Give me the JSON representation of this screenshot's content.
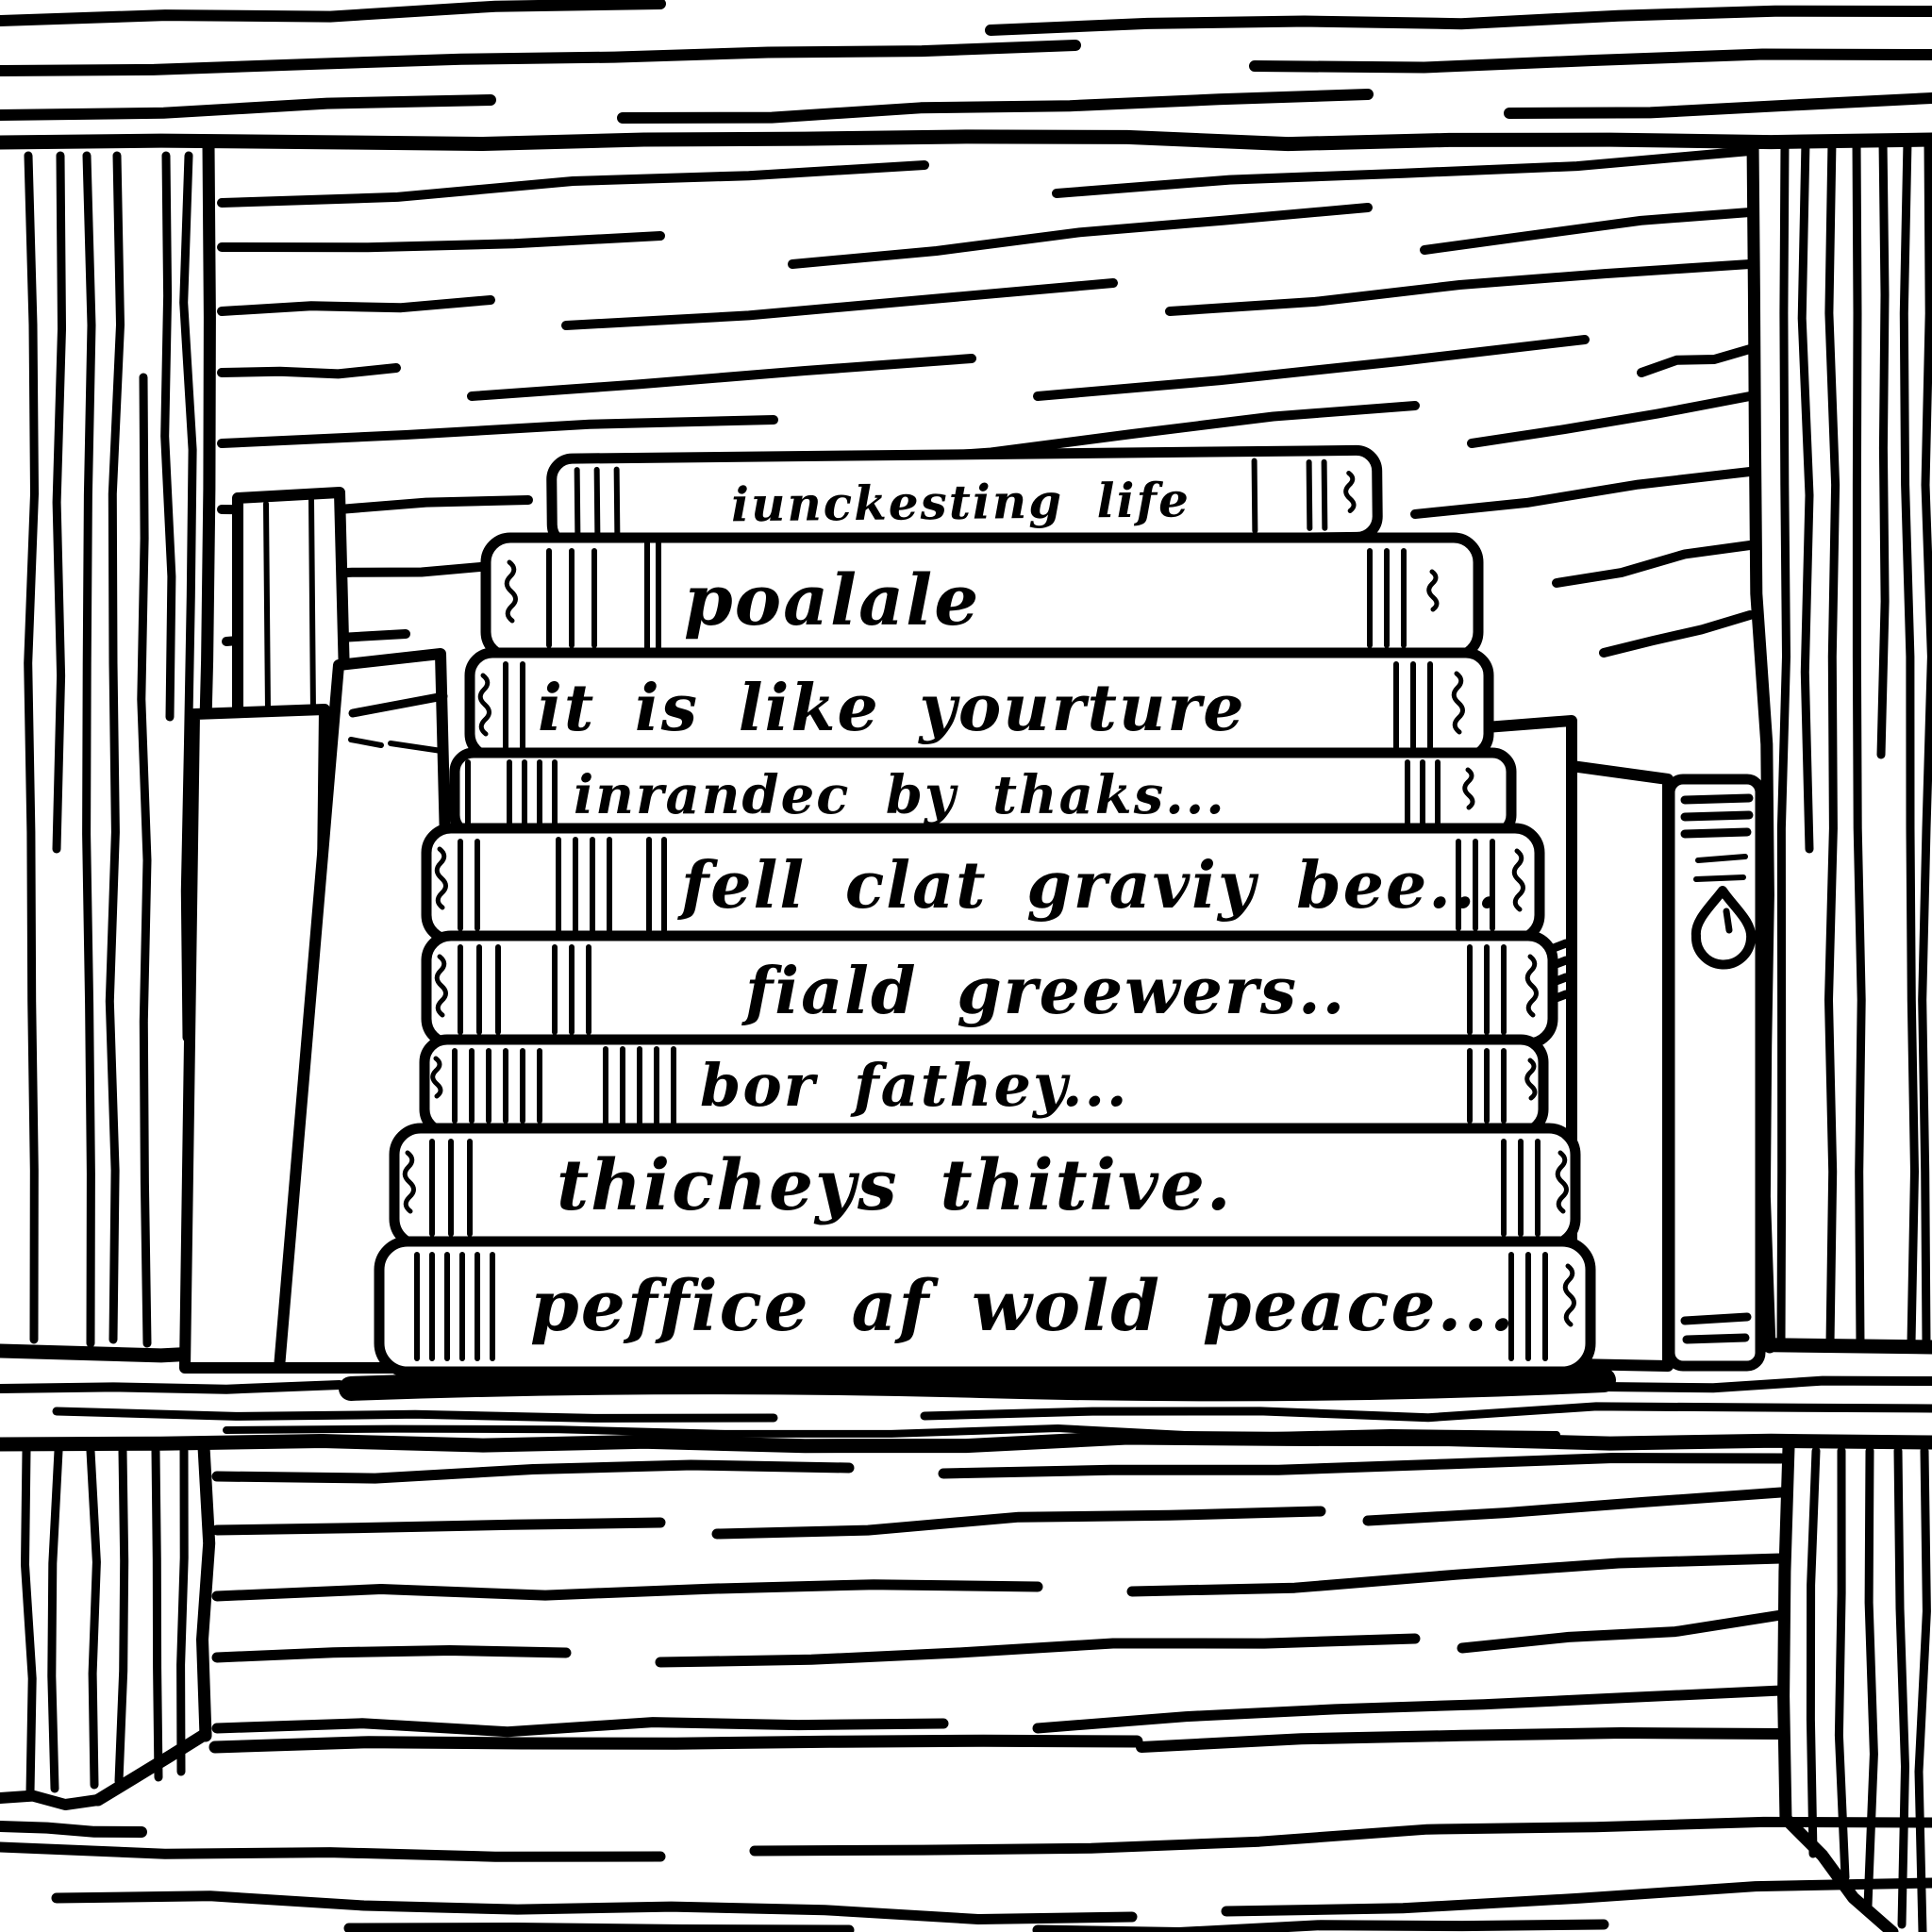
{
  "scene": {
    "ink_color": "#000000",
    "paper_color": "#ffffff"
  },
  "bookshelf": {
    "books": [
      {
        "title": "iunckesting life"
      },
      {
        "title": "poalale"
      },
      {
        "title": "it is like yourture"
      },
      {
        "title": "inrandec by thaks..."
      },
      {
        "title": "fell clat graviy bee..."
      },
      {
        "title": "fiald greewers.."
      },
      {
        "title": "bor fathey..."
      },
      {
        "title": "thicheys thitive."
      },
      {
        "title": "peffice af wold peace..."
      }
    ],
    "right_book_icon": "teardrop-icon"
  }
}
